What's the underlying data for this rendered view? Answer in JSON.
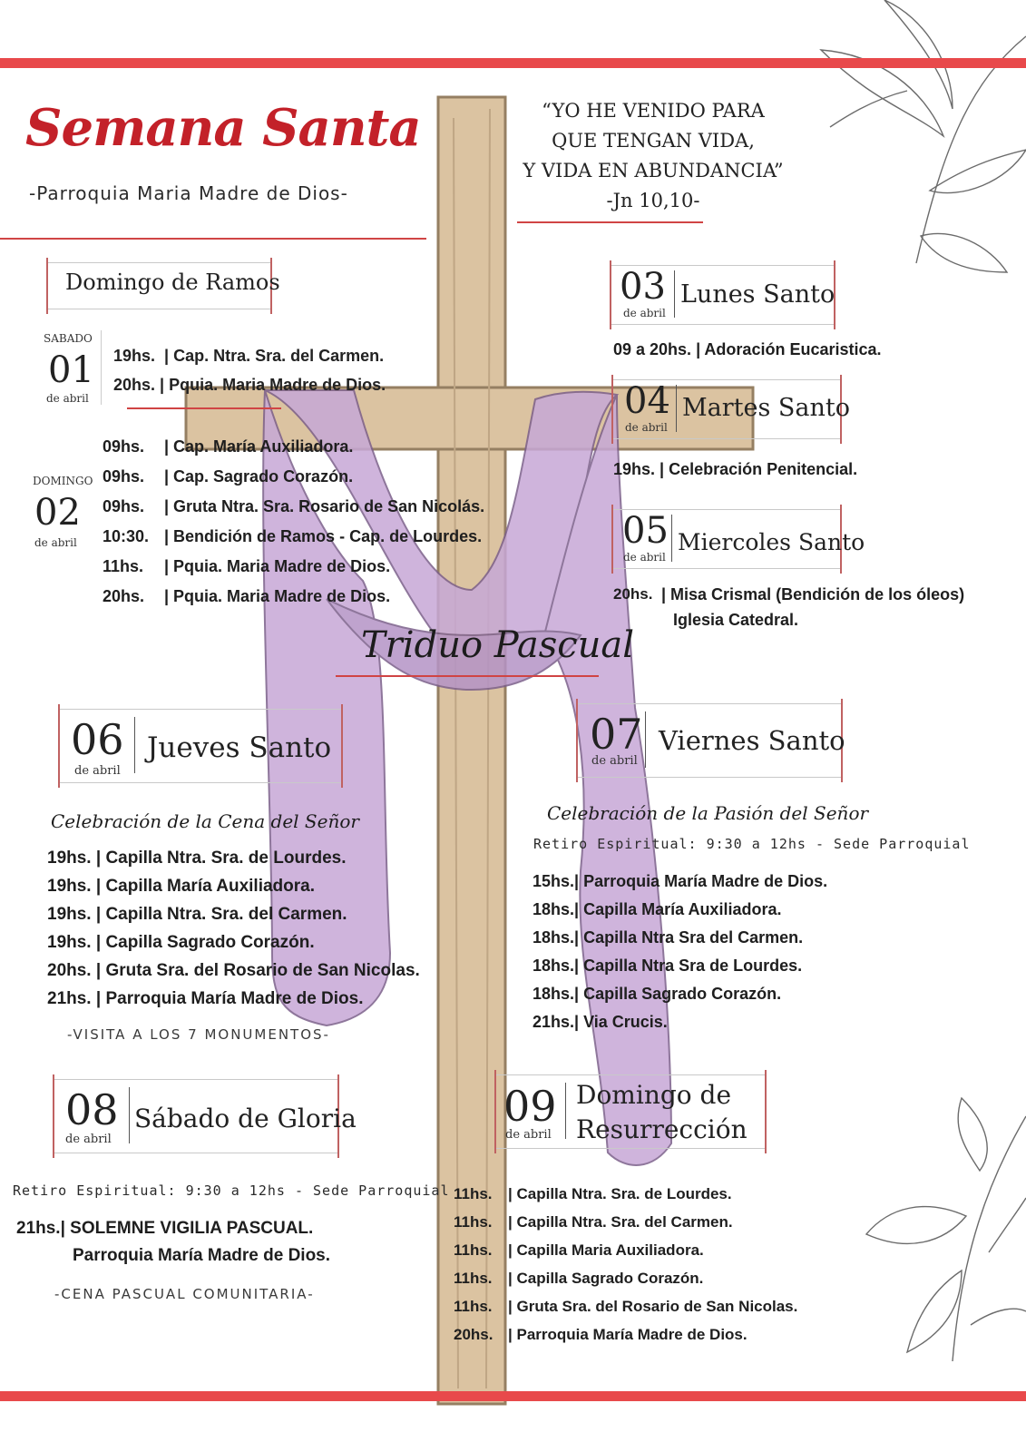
{
  "header": {
    "title": "Semana Santa",
    "subtitle": "-Parroquia Maria Madre de Dios-",
    "quote": [
      "“YO HE VENIDO PARA",
      "QUE TENGAN VIDA,",
      "Y VIDA EN ABUNDANCIA”",
      "-Jn 10,10-"
    ]
  },
  "colors": {
    "accent": "#e8494b",
    "cross": "#d8bd97",
    "cloth": "#c7a8d6"
  },
  "ramos": {
    "title": "Domingo de Ramos",
    "sat": {
      "weekday": "SABADO",
      "day": "01",
      "month": "de abril",
      "items": [
        {
          "time": "19hs.",
          "place": "| Cap. Ntra. Sra. del Carmen."
        },
        {
          "time": "20hs.",
          "place": "| Pquia. Maria Madre de Dios."
        }
      ]
    },
    "sun": {
      "weekday": "DOMINGO",
      "day": "02",
      "month": "de abril",
      "items": [
        {
          "time": "09hs.",
          "place": "| Cap. María Auxiliadora."
        },
        {
          "time": "09hs.",
          "place": "| Cap. Sagrado Corazón."
        },
        {
          "time": "09hs.",
          "place": "| Gruta Ntra. Sra. Rosario de San Nicolás."
        },
        {
          "time": "10:30.",
          "place": "| Bendición de Ramos - Cap. de Lourdes."
        },
        {
          "time": "11hs.",
          "place": "| Pquia. Maria Madre de Dios."
        },
        {
          "time": "20hs.",
          "place": "| Pquia. Maria Madre de Dios."
        }
      ]
    }
  },
  "lunes": {
    "day": "03",
    "month": "de abril",
    "title": "Lunes Santo",
    "line": "09 a 20hs.  | Adoración Eucaristica."
  },
  "martes": {
    "day": "04",
    "month": "de abril",
    "title": "Martes Santo",
    "line": "19hs. | Celebración Penitencial."
  },
  "miercoles": {
    "day": "05",
    "month": "de abril",
    "title": "Miercoles Santo",
    "time": "20hs.",
    "line1": "| Misa Crismal (Bendición de los óleos)",
    "line2": "Iglesia Catedral."
  },
  "triduo": "Triduo Pascual",
  "jueves": {
    "day": "06",
    "month": "de abril",
    "title": "Jueves Santo",
    "celebration": "Celebración de la Cena del Señor",
    "items": [
      "19hs. | Capilla Ntra. Sra. de Lourdes.",
      "19hs. | Capilla María Auxiliadora.",
      "19hs. | Capilla Ntra. Sra. del Carmen.",
      "19hs. | Capilla Sagrado Corazón.",
      "20hs. | Gruta Sra. del Rosario de San Nicolas.",
      "21hs. | Parroquia María Madre de Dios."
    ],
    "note": "-VISITA A LOS 7 MONUMENTOS-"
  },
  "viernes": {
    "day": "07",
    "month": "de abril",
    "title": "Viernes Santo",
    "celebration": "Celebración de la Pasión del Señor",
    "retiro": "Retiro Espiritual: 9:30 a 12hs - Sede Parroquial",
    "items": [
      "15hs.| Parroquia María Madre de Dios.",
      "18hs.| Capilla María Auxiliadora.",
      "18hs.| Capilla Ntra Sra del Carmen.",
      "18hs.| Capilla Ntra Sra de Lourdes.",
      "18hs.| Capilla Sagrado Corazón.",
      "21hs.| Via Crucis."
    ]
  },
  "sabado": {
    "day": "08",
    "month": "de abril",
    "title": "Sábado de Gloria",
    "retiro": "Retiro Espiritual: 9:30 a 12hs - Sede Parroquial",
    "line1": "21hs.| SOLEMNE VIGILIA PASCUAL.",
    "line2": "Parroquia María Madre de Dios.",
    "note": "-CENA PASCUAL COMUNITARIA-"
  },
  "domingo": {
    "day": "09",
    "month": "de abril",
    "title1": "Domingo de",
    "title2": "Resurrección",
    "items": [
      {
        "time": "11hs.",
        "place": "| Capilla Ntra. Sra. de Lourdes."
      },
      {
        "time": "11hs.",
        "place": "| Capilla Ntra. Sra. del Carmen."
      },
      {
        "time": "11hs.",
        "place": "| Capilla Maria Auxiliadora."
      },
      {
        "time": "11hs.",
        "place": "| Capilla Sagrado Corazón."
      },
      {
        "time": "11hs.",
        "place": "| Gruta Sra. del Rosario de San Nicolas."
      },
      {
        "time": "20hs.",
        "place": "| Parroquia María Madre de Dios."
      }
    ]
  }
}
